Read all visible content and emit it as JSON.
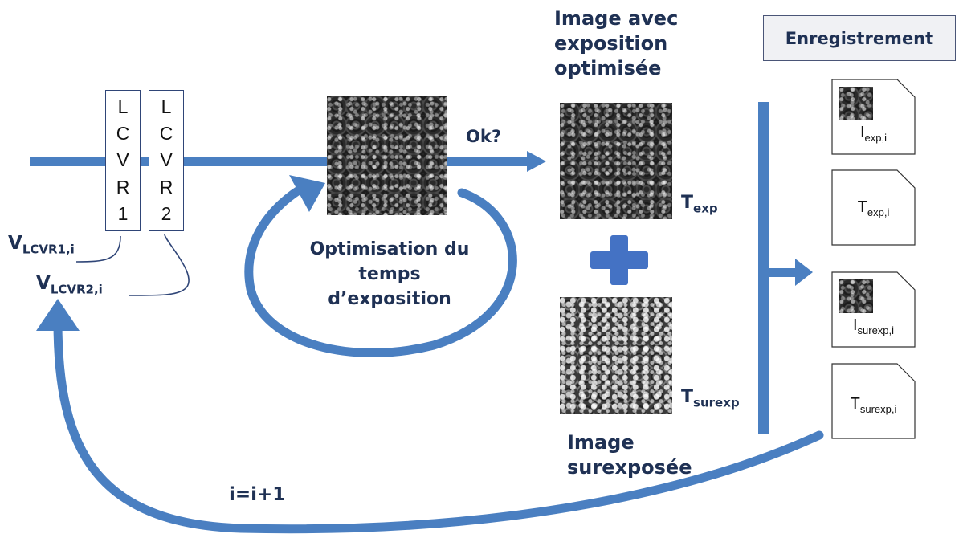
{
  "lcvr1": {
    "chars": [
      "L",
      "C",
      "V",
      "R",
      "1"
    ]
  },
  "lcvr2": {
    "chars": [
      "L",
      "C",
      "V",
      "R",
      "2"
    ]
  },
  "labels": {
    "v_lcvr1_main": "V",
    "v_lcvr1_sub": "LCVR1,i",
    "v_lcvr2_main": "V",
    "v_lcvr2_sub": "LCVR2,i",
    "ok": "Ok?",
    "optimisation_line1": "Optimisation du",
    "optimisation_line2": "temps",
    "optimisation_line3": "d’exposition",
    "image_opt_line1": "Image avec",
    "image_opt_line2": "exposition",
    "image_opt_line3": "optimisée",
    "image_sur_line1": "Image",
    "image_sur_line2": "surexposée",
    "t_exp_main": "T",
    "t_exp_sub": "exp",
    "t_surexp_main": "T",
    "t_surexp_sub": "surexp",
    "loop": "i=i+1"
  },
  "panel": {
    "title": "Enregistrement"
  },
  "documents": [
    {
      "main": "I",
      "sub": "exp,i",
      "has_thumbnail": true
    },
    {
      "main": "T",
      "sub": "exp,i",
      "has_thumbnail": false
    },
    {
      "main": "I",
      "sub": "surexp,i",
      "has_thumbnail": true
    },
    {
      "main": "T",
      "sub": "surexp,i",
      "has_thumbnail": false
    }
  ],
  "colors": {
    "arrow": "#4a7fc1",
    "plus": "#4472c4",
    "text_dark": "#1f3154",
    "panel_bg": "#f0f1f4",
    "box_border": "#2f4577"
  },
  "icons": [
    "plus-icon",
    "arrow-right-icon",
    "loop-arrow-icon",
    "document-icon"
  ]
}
